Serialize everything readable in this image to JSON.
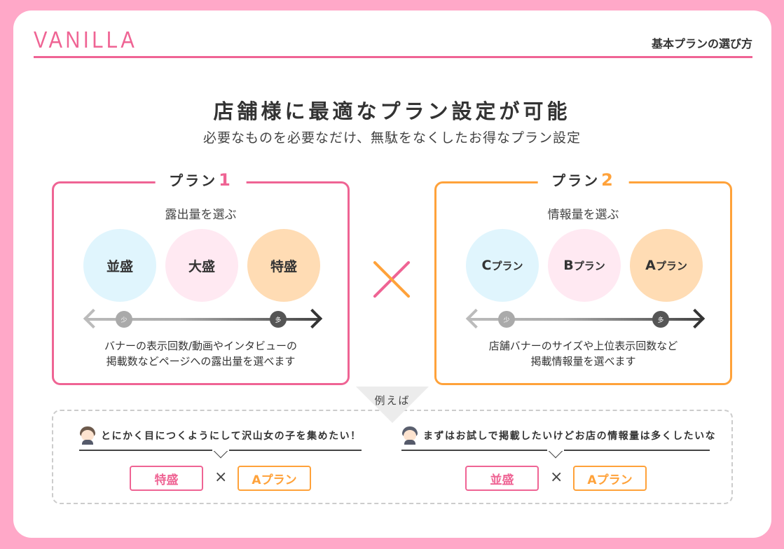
{
  "header": {
    "logo": "VANILLA",
    "subtitle": "基本プランの選び方"
  },
  "hero": {
    "title": "店舗様に最適なプラン設定が可能",
    "subtitle": "必要なものを必要なだけ、無駄をなくしたお得なプラン設定"
  },
  "plans": [
    {
      "label": "プラン",
      "number": "1",
      "heading": "露出量を選ぶ",
      "options": [
        {
          "main": "並盛",
          "suffix": ""
        },
        {
          "main": "大盛",
          "suffix": ""
        },
        {
          "main": "特盛",
          "suffix": ""
        }
      ],
      "scale": {
        "less": "少",
        "more": "多"
      },
      "description": [
        "バナーの表示回数/動画やインタビューの",
        "掲載数などページへの露出量を選べます"
      ]
    },
    {
      "label": "プラン",
      "number": "2",
      "heading": "情報量を選ぶ",
      "options": [
        {
          "main": "C",
          "suffix": "プラン"
        },
        {
          "main": "B",
          "suffix": "プラン"
        },
        {
          "main": "A",
          "suffix": "プラン"
        }
      ],
      "scale": {
        "less": "少",
        "more": "多"
      },
      "description": [
        "店舗バナーのサイズや上位表示回数など",
        "掲載情報量を選べます"
      ]
    }
  ],
  "examples": {
    "label": "例えば",
    "times": "×",
    "items": [
      {
        "quote": "とにかく目につくようにして沢山女の子を集めたい！",
        "plan1": "特盛",
        "plan2": "Aプラン"
      },
      {
        "quote": "まずはお試しで掲載したいけどお店の情報量は多くしたいな",
        "plan1": "並盛",
        "plan2": "Aプラン"
      }
    ]
  },
  "colors": {
    "background": "#ffa8c8",
    "pink_accent": "#ef6494",
    "orange_accent": "#ffa23a",
    "circle_blue": "#e0f5fd",
    "circle_pink": "#ffe9f2",
    "circle_orange": "#ffdcb4"
  }
}
